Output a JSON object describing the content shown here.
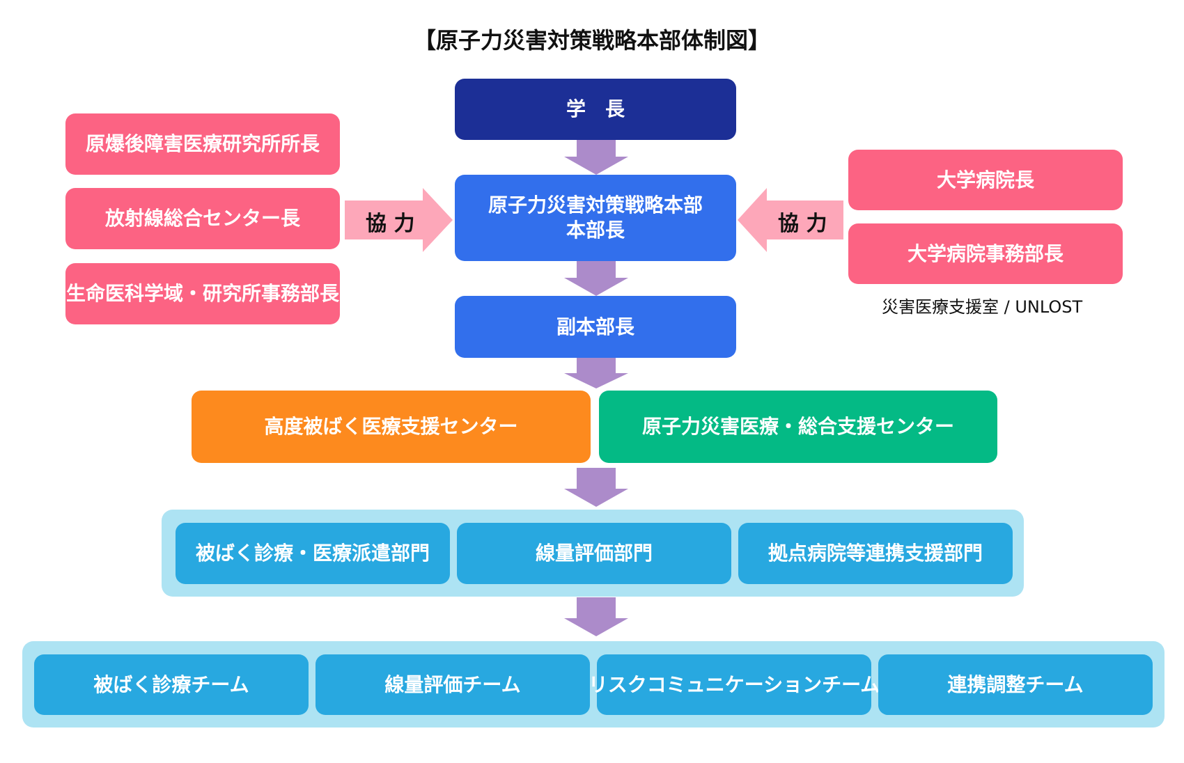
{
  "title": "【原子力災害対策戦略本部体制図】",
  "president": "学　長",
  "hq_line1": "原子力災害対策戦略本部",
  "hq_line2": "本部長",
  "vice": "副本部長",
  "left_coop": "協 力",
  "right_coop": "協 力",
  "left_boxes": [
    "原爆後障害医療研究所所長",
    "放射線総合センター長",
    "生命医科学域・研究所事務部長"
  ],
  "right_boxes": [
    "大学病院長",
    "大学病院事務部長"
  ],
  "right_note": "災害医療支援室 / UNLOST",
  "centers": [
    "高度被ばく医療支援センター",
    "原子力災害医療・総合支援センター"
  ],
  "departments": [
    "被ばく診療・医療派遣部門",
    "線量評価部門",
    "拠点病院等連携支援部門"
  ],
  "teams": [
    "被ばく診療チーム",
    "線量評価チーム",
    "リスクコミュニケーションチーム",
    "連携調整チーム"
  ],
  "colors": {
    "navy": "#1c2f96",
    "blue": "#326fec",
    "pink": "#fc6383",
    "orange": "#fd8a1e",
    "green": "#04ba85",
    "cyan": "#28a8e0",
    "panel": "#ade3f3",
    "down_arrow": "#ac8bca",
    "coop_arrow": "#fda7b9"
  }
}
